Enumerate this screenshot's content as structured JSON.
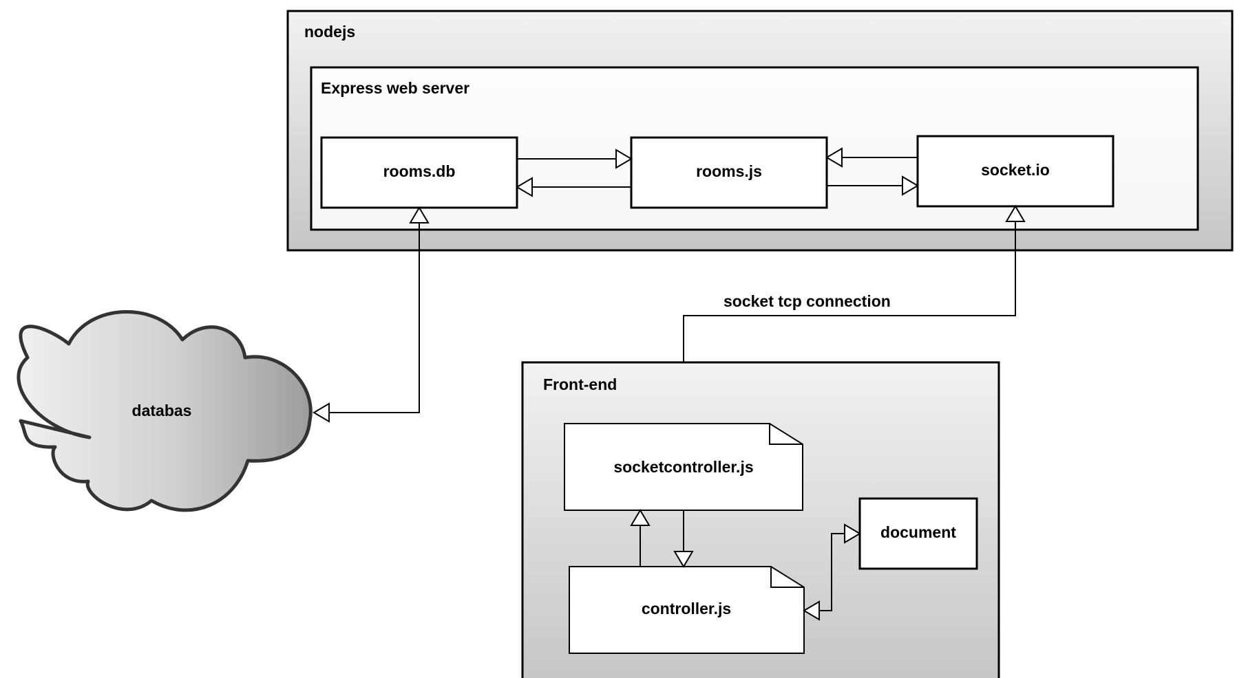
{
  "containers": {
    "nodejs": {
      "label": "nodejs"
    },
    "express": {
      "label": "Express web server"
    },
    "frontend": {
      "label": "Front-end"
    }
  },
  "nodes": {
    "rooms_db": {
      "label": "rooms.db"
    },
    "rooms_js": {
      "label": "rooms.js"
    },
    "socket_io": {
      "label": "socket.io"
    },
    "database": {
      "label": "databas"
    },
    "socketcontroller": {
      "label": "socketcontroller.js"
    },
    "controller": {
      "label": "controller.js"
    },
    "document": {
      "label": "document"
    }
  },
  "connections": {
    "socket_tcp": {
      "label": "socket tcp connection"
    }
  },
  "colors": {
    "stroke": "#000000",
    "box_fill": "#ffffff",
    "gradient_light": "#f2f2f2",
    "gradient_dark": "#c6c6c6",
    "cloud_light": "#f0f0f0",
    "cloud_dark": "#9d9d9d",
    "cloud_stroke": "#333333"
  }
}
